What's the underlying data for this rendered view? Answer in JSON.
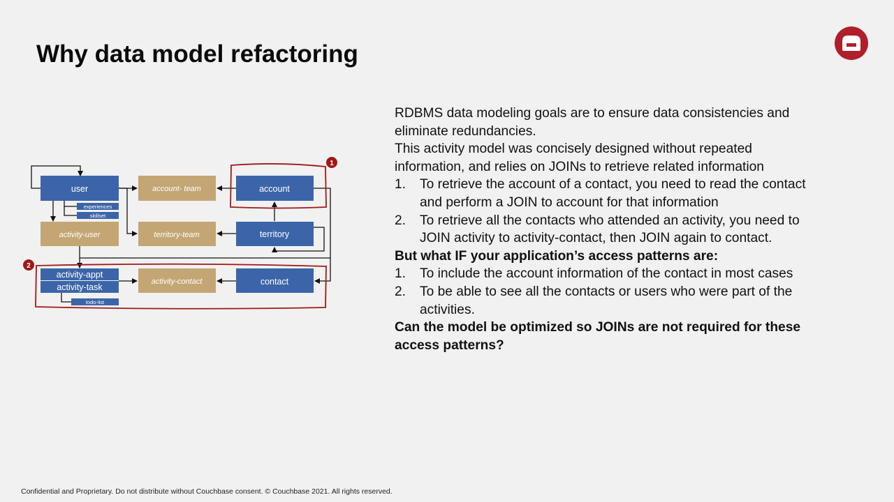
{
  "slide": {
    "title": "Why data model refactoring",
    "footer": "Confidential and Proprietary. Do not distribute without Couchbase consent. © Couchbase 2021. All rights reserved.",
    "logo_icon": "couchbase-logo-icon",
    "colors": {
      "blue_node": "#3b65a8",
      "tan_node": "#c4a674",
      "highlight_red": "#a01818",
      "logo_red": "#b01e2a"
    }
  },
  "diagram": {
    "nodes": {
      "user": "user",
      "experiences": "experiences",
      "skillset": "skillset",
      "account_team": "account- team",
      "account": "account",
      "activity_user": "activity-user",
      "territory_team": "territory-team",
      "territory": "territory",
      "activity_appt": "activity-appt",
      "activity_task": "activity-task",
      "todo_list": "todo-list",
      "activity_contact": "activity-contact",
      "contact": "contact"
    },
    "callouts": {
      "one": "1",
      "two": "2"
    }
  },
  "content": {
    "intro1": "RDBMS data modeling goals are to ensure data consistencies and eliminate redundancies.",
    "intro2": "This activity model was concisely designed without repeated information, and relies on JOINs to retrieve related information",
    "list1": [
      {
        "num": "1.",
        "text": "To retrieve the account of a contact, you need to read the contact and perform a JOIN to account for that information"
      },
      {
        "num": "2.",
        "text": "To retrieve all the contacts who attended an activity, you need to JOIN activity to activity-contact, then JOIN again to contact."
      }
    ],
    "question1": "But what IF your application’s access patterns are:",
    "list2": [
      {
        "num": "1.",
        "text": "To include the account information of the contact in most cases"
      },
      {
        "num": "2.",
        "text": "To be able to see all the contacts or users who were part of the activities."
      }
    ],
    "question2": "Can the model be optimized so JOINs are not required for these access patterns?"
  }
}
